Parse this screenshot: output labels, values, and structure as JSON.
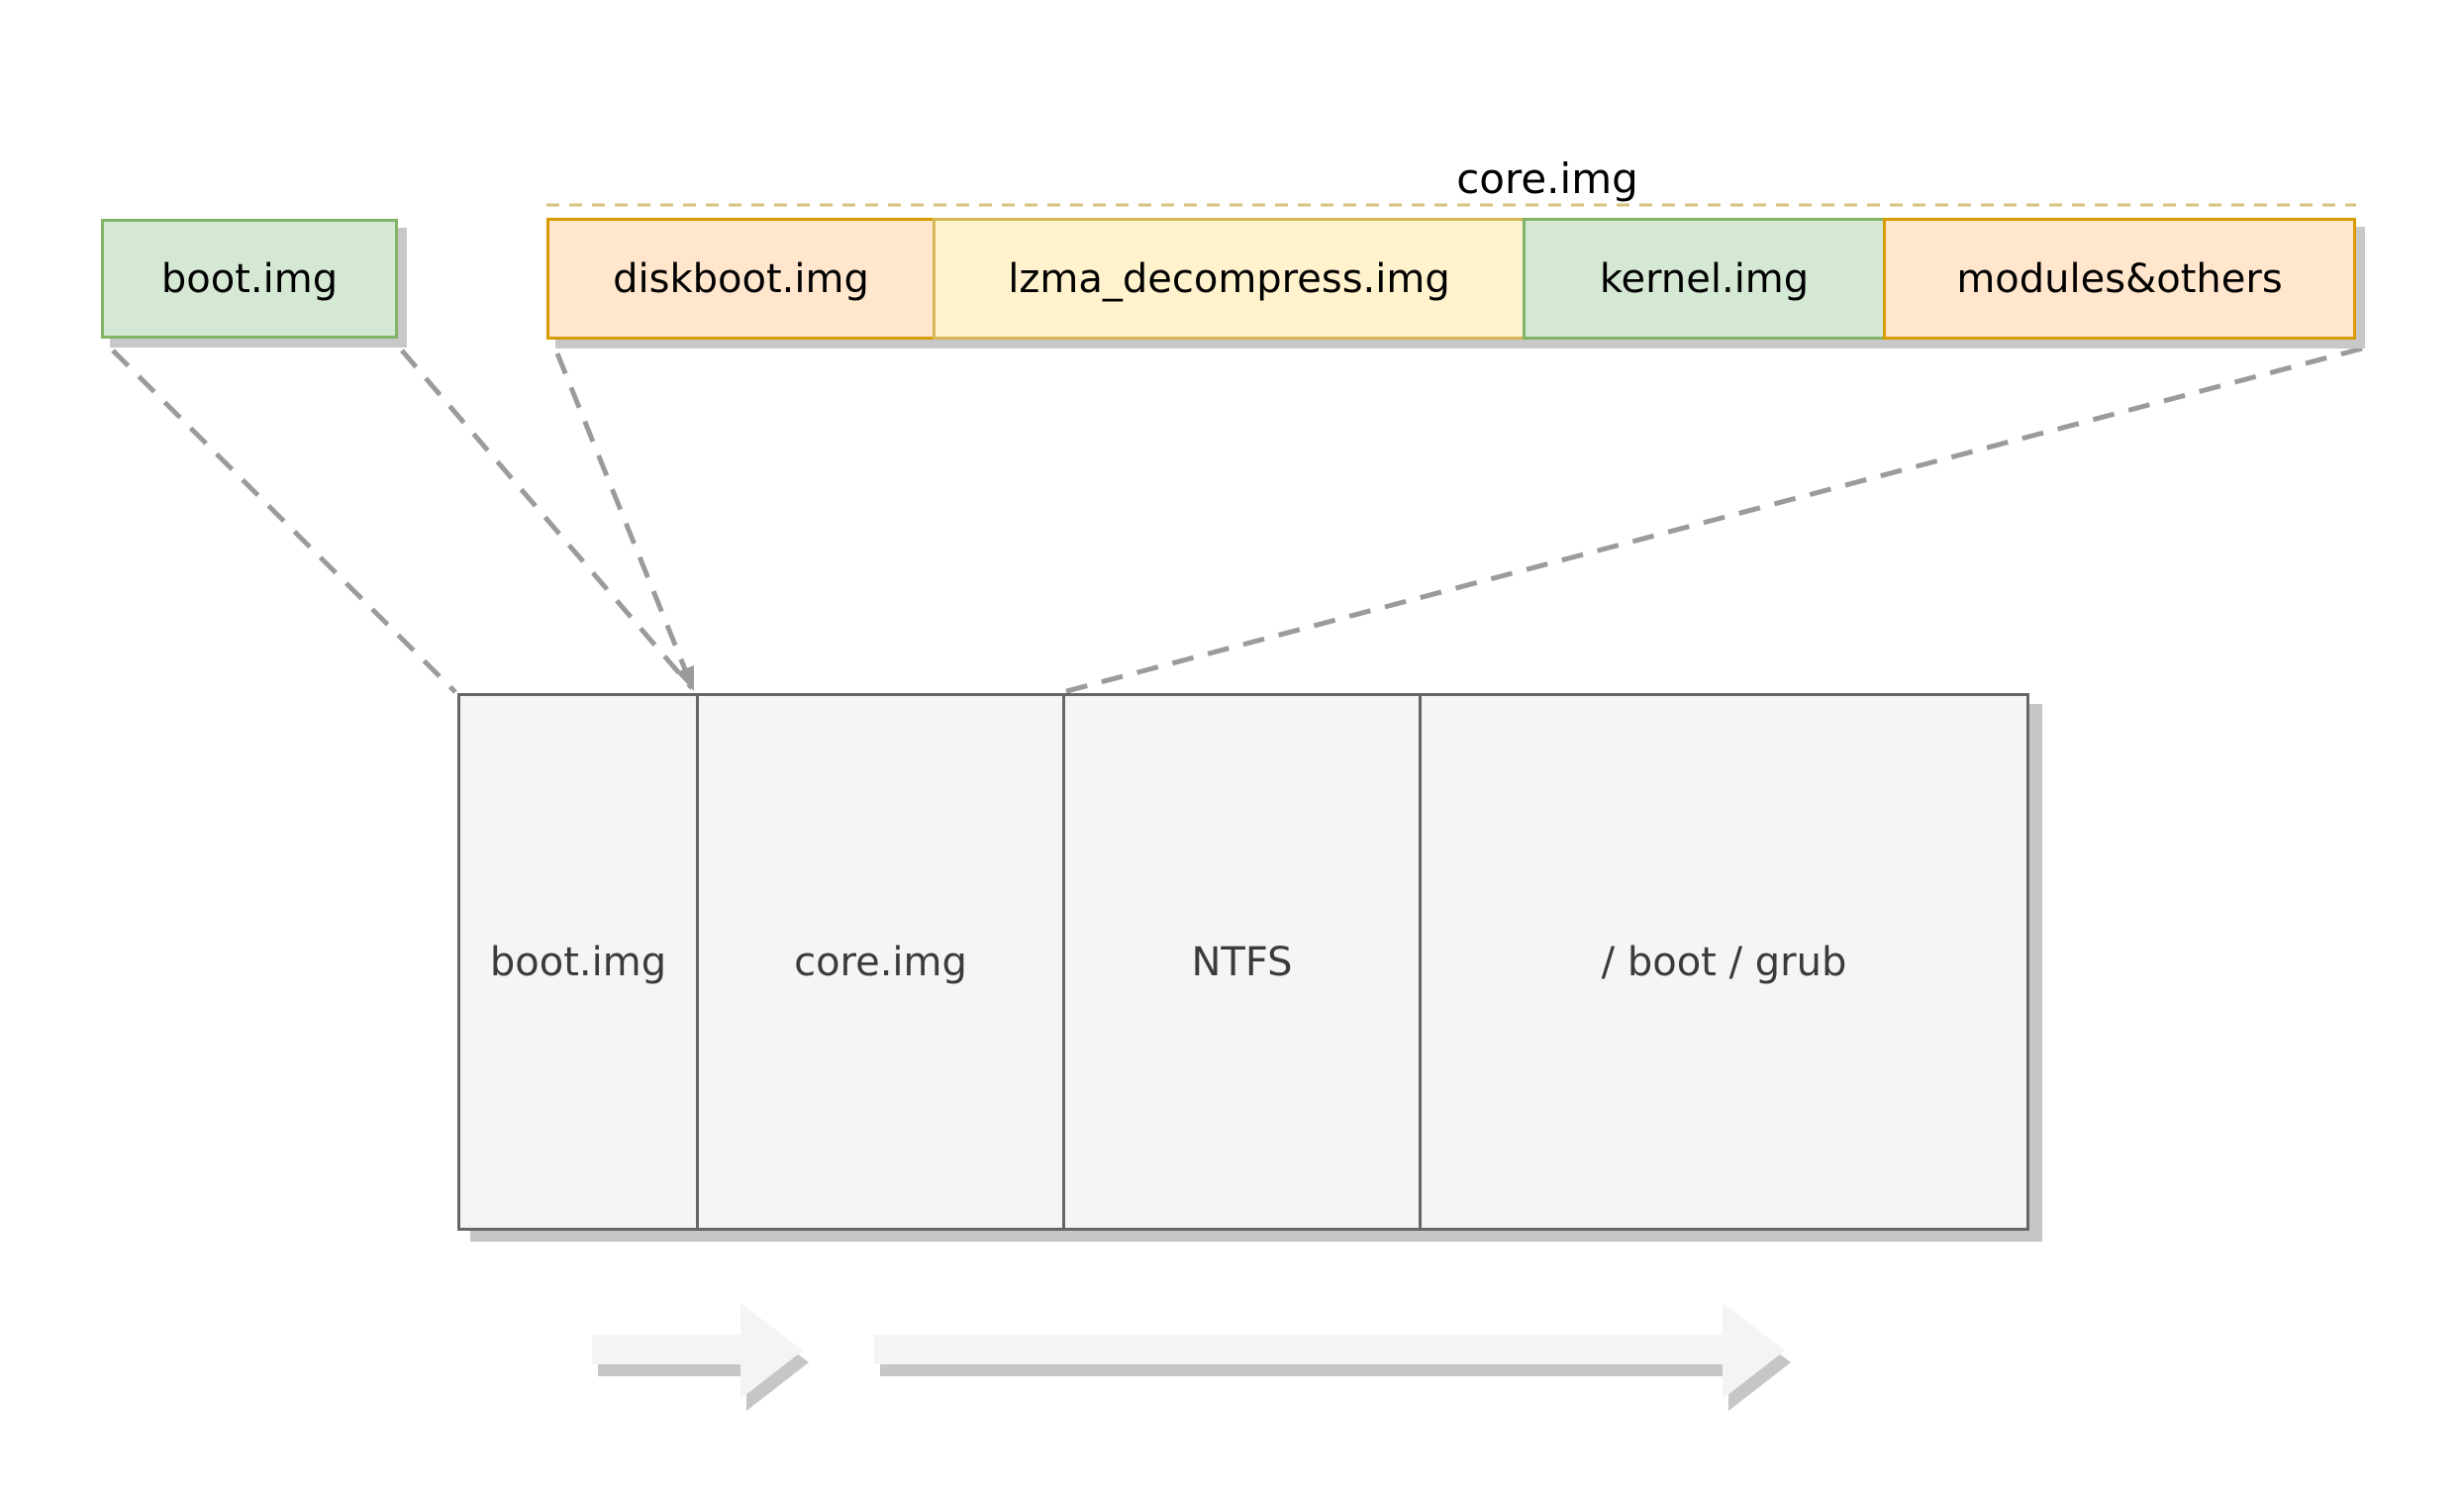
{
  "boot_box": {
    "label": "boot.img"
  },
  "core_group": {
    "title": "core.img",
    "segments": [
      {
        "name": "diskboot",
        "label": "diskboot.img",
        "fill": "#FFE6CC",
        "border": "#D79B00"
      },
      {
        "name": "lzma-decompress",
        "label": "lzma_decompress.img",
        "fill": "#FFF2CC",
        "border": "#D6B656"
      },
      {
        "name": "kernel",
        "label": "kernel.img",
        "fill": "#D5E8D4",
        "border": "#82B366"
      },
      {
        "name": "modules-others",
        "label": "modules&others",
        "fill": "#FFE6CC",
        "border": "#D79B00"
      }
    ]
  },
  "disk_box": {
    "sections": [
      {
        "name": "boot-img",
        "label": "boot.img"
      },
      {
        "name": "core-img",
        "label": "core.img"
      },
      {
        "name": "ntfs",
        "label": "NTFS"
      },
      {
        "name": "boot-grub",
        "label": "/ boot / grub"
      }
    ]
  },
  "colors": {
    "green_fill": "#D5E8D4",
    "green_border": "#82B366",
    "orange_fill": "#FFE6CC",
    "orange_border": "#D79B00",
    "yellow_fill": "#FFF2CC",
    "yellow_border": "#D6B656",
    "disk_fill": "#F5F5F5",
    "disk_border": "#666666",
    "connector_gray": "#9B9B9B",
    "group_outline_tan": "#D8C27E",
    "box_shadow_gray": "#C8C8C8",
    "arrow_fill": "#F4F4F4",
    "arrow_shadow": "#C6C6C6"
  }
}
